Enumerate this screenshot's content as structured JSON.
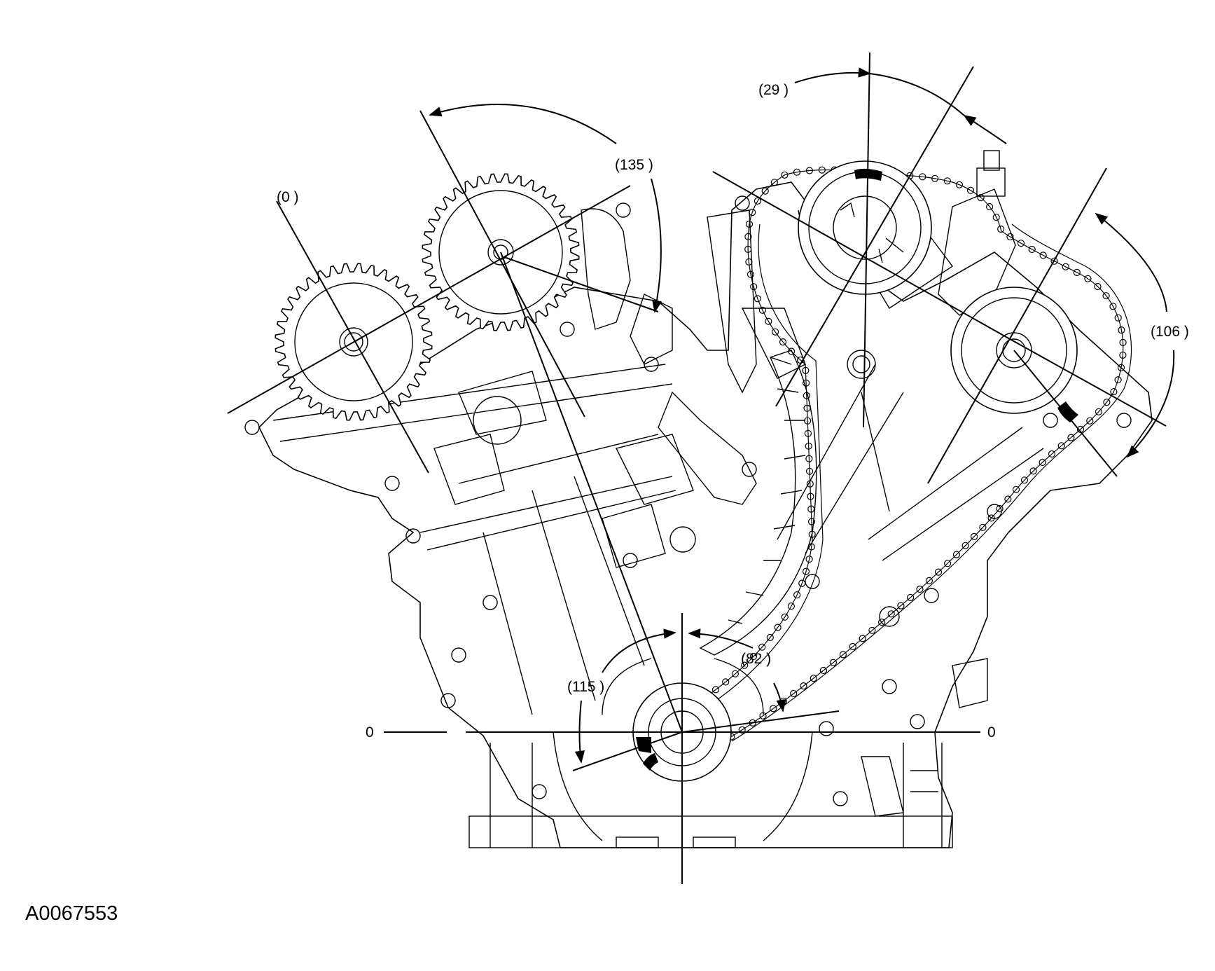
{
  "figure_id": "A0067553",
  "angle_labels": {
    "a0": "(0 )",
    "a135": "(135 )",
    "a29": "(29 )",
    "a106": "(106 )",
    "a82": "(82 )",
    "a115": "(115 )"
  },
  "baseline_labels": {
    "left": "0",
    "right": "0"
  },
  "marker_color": "#000000"
}
